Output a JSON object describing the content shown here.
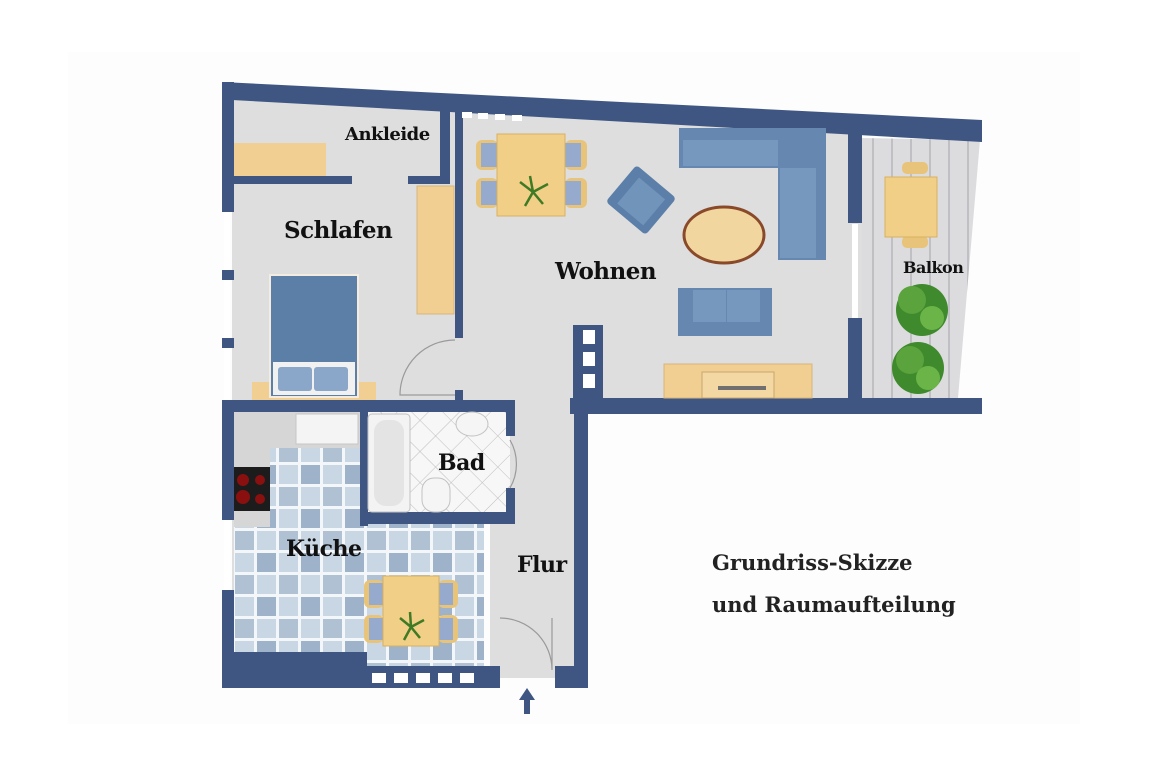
{
  "plan": {
    "wall_color": "#3f5682",
    "floor_color": "#dededf",
    "wood_color": "#f1cf93",
    "upholstery_color": "#6688b0",
    "tile_light": "#d3dde8",
    "tile_dark": "#8fa6c0"
  },
  "rooms": [
    {
      "id": "ankleide",
      "label": "Ankleide"
    },
    {
      "id": "schlafen",
      "label": "Schlafen"
    },
    {
      "id": "wohnen",
      "label": "Wohnen"
    },
    {
      "id": "balkon",
      "label": "Balkon"
    },
    {
      "id": "bad",
      "label": "Bad"
    },
    {
      "id": "kueche",
      "label": "Küche"
    },
    {
      "id": "flur",
      "label": "Flur"
    }
  ],
  "caption": {
    "line1": "Grundriss-Skizze",
    "line2": "und Raumaufteilung"
  },
  "entrance": {
    "icon": "arrow-up-icon"
  }
}
